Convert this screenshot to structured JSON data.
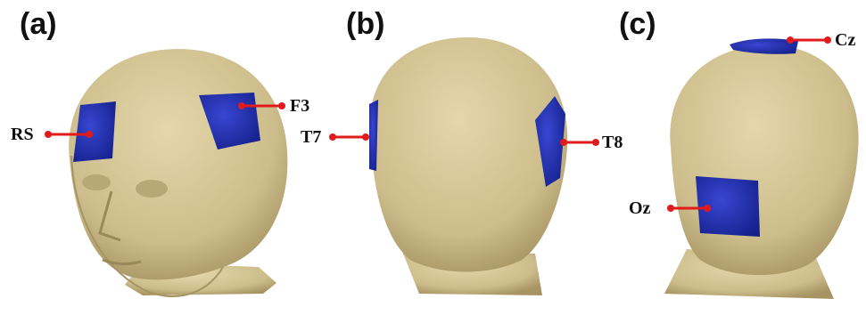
{
  "panels": [
    {
      "letter": "(a)",
      "electrodes": [
        {
          "label": "RS"
        },
        {
          "label": "F3"
        }
      ]
    },
    {
      "letter": "(b)",
      "electrodes": [
        {
          "label": "T7"
        },
        {
          "label": "T8"
        }
      ]
    },
    {
      "letter": "(c)",
      "electrodes": [
        {
          "label": "Cz"
        },
        {
          "label": "Oz"
        }
      ]
    }
  ],
  "colors": {
    "head": "#d8c99a",
    "head_shade": "#b9a877",
    "electrode": "#1f2fb0",
    "marker": "#e11b1b",
    "background": "#ffffff"
  }
}
